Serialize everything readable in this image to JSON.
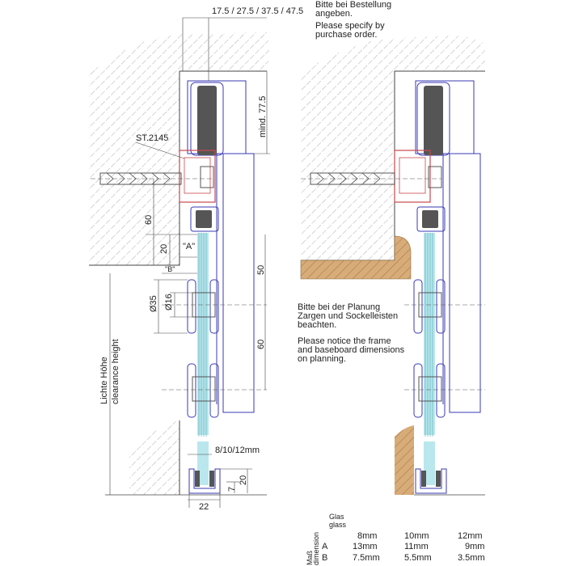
{
  "colors": {
    "outline": "#555555",
    "frame": "#3a3ab5",
    "bracket": "#c9484e",
    "glass": "#7fd3de",
    "wall_hatch": "#9a9a9a",
    "roller": "#555555",
    "baseboard": "#c89b6a"
  },
  "notes": {
    "spec_de": "Bitte bei Bestellung",
    "spec_de2": "angeben.",
    "spec_en": "Please specify by",
    "spec_en2": "purchase order.",
    "planning_de1": "Bitte bei der Planung",
    "planning_de2": "Zargen und Sockelleisten",
    "planning_de3": "beachten.",
    "planning_en1": "Please notice the frame",
    "planning_en2": "and baseboard dimensions",
    "planning_en3": "on planning."
  },
  "dimensions": {
    "top_width": "17.5 / 27.5 / 37.5 / 47.5",
    "min_height": "mind. 77.5",
    "part_no": "ST.2145",
    "d60_upper": "60",
    "d20": "20",
    "label_a": "\"A\"",
    "label_b": "\"B\"",
    "d50": "50",
    "d35": "Ø35",
    "d16": "Ø16",
    "d60_lower": "60",
    "glass_thk": "8/10/12mm",
    "d22": "22",
    "d7": "7",
    "d20_bottom": "20",
    "clearance_de": "Lichte Höhe",
    "clearance_en": "clearance height"
  },
  "table": {
    "head1": "Glas",
    "head2": "glass",
    "side1": "Maß",
    "side2": "dimension",
    "columns": [
      "8mm",
      "10mm",
      "12mm"
    ],
    "rows": [
      {
        "label": "A",
        "values": [
          "13mm",
          "11mm",
          "9mm"
        ]
      },
      {
        "label": "B",
        "values": [
          "7.5mm",
          "5.5mm",
          "3.5mm"
        ]
      }
    ]
  }
}
